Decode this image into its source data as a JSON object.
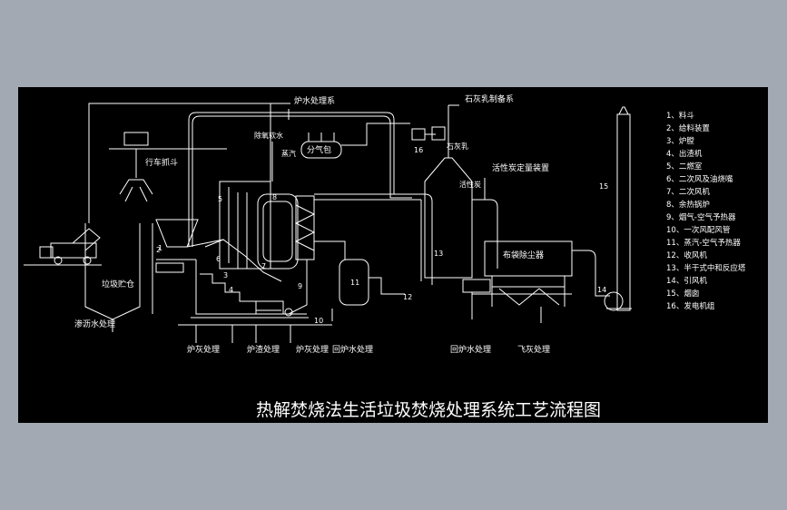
{
  "title": "热解焚烧法生活垃圾焚烧处理系统工艺流程图",
  "labels": {
    "crane": "行车抓斗",
    "bunker": "垃圾贮仓",
    "leachate": "渗沥水处理",
    "boiler_water_top": "炉水处理系",
    "lime_milk_top": "石灰乳制备系",
    "steam_drum": "分气包",
    "lime_milk_side": "石灰乳",
    "activated_carbon": "活性炭定量装置",
    "baghouse": "布袋除尘器",
    "softened_water": "除氧软水",
    "steam_label": "蒸汽",
    "activated_carbon_side": "活性炭",
    "ash1": "炉灰处理",
    "ash2": "炉渣处理",
    "ash3": "炉灰处理",
    "return_water1": "回炉水处理",
    "return_water2": "回炉水处理",
    "fly_ash": "飞灰处理"
  },
  "numbers": [
    "1",
    "2",
    "3",
    "4",
    "5",
    "6",
    "7",
    "8",
    "9",
    "10",
    "11",
    "12",
    "13",
    "14",
    "15",
    "16"
  ],
  "legend": [
    "1、料斗",
    "2、给料装置",
    "3、炉膛",
    "4、出渣机",
    "5、二燃室",
    "6、二次风及油烧嘴",
    "7、二次风机",
    "8、余热锅炉",
    "9、烟气-空气予热器",
    "10、一次风配风管",
    "11、蒸汽-空气予热器",
    "12、收风机",
    "13、半干式中和反应塔",
    "14、引风机",
    "15、烟囱",
    "16、发电机组"
  ],
  "colors": {
    "background": "#000000",
    "frame": "#a3a9b3",
    "line": "#ffffff"
  }
}
